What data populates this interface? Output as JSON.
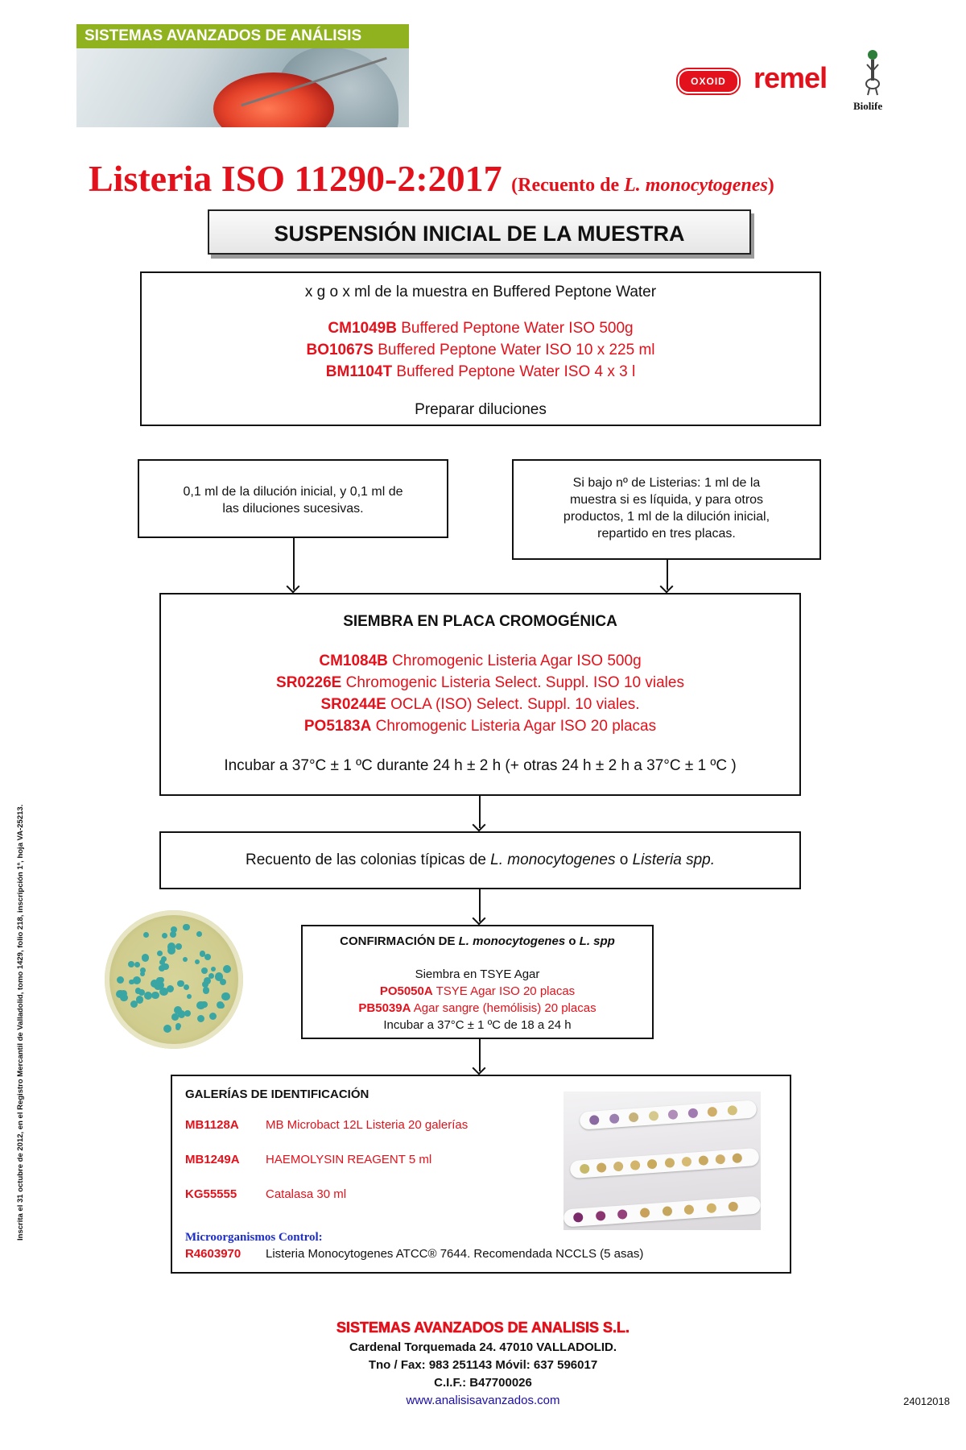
{
  "header": {
    "banner_title": "SISTEMAS AVANZADOS DE ANÁLISIS",
    "logo_oxoid": "OXOID",
    "logo_remel": "remel",
    "logo_biolife": "Biolife"
  },
  "title": {
    "main": "Listeria ISO 11290-2:2017",
    "sub_prefix": "(Recuento de ",
    "sub_italic": "L. monocytogenes",
    "sub_suffix": ")"
  },
  "suspension_header": "SUSPENSIÓN INICIAL DE LA MUESTRA",
  "box1": {
    "intro": "x g o x ml de la muestra en Buffered Peptone Water",
    "products": [
      {
        "code": "CM1049B",
        "desc": " Buffered Peptone Water ISO  500g"
      },
      {
        "code": "BO1067S",
        "desc": " Buffered Peptone Water ISO 10 x 225 ml"
      },
      {
        "code": "BM1104T",
        "desc": " Buffered Peptone Water ISO 4 x 3 l"
      }
    ],
    "footer": "Preparar diluciones"
  },
  "box_left": {
    "line1": "0,1 ml de la dilución inicial, y 0,1 ml de",
    "line2": "las diluciones sucesivas."
  },
  "box_right": {
    "line1": "Si bajo nº de Listerias: 1 ml de la",
    "line2": "muestra si es líquida, y para otros",
    "line3": "productos, 1 ml de la dilución inicial,",
    "line4": "repartido en tres placas."
  },
  "box_siembra": {
    "title": "SIEMBRA EN PLACA CROMOGÉNICA",
    "products": [
      {
        "code": "CM1084B",
        "desc": "  Chromogenic Listeria Agar ISO 500g"
      },
      {
        "code": "SR0226E",
        "desc": "  Chromogenic Listeria Select. Suppl. ISO 10 viales"
      },
      {
        "code": "SR0244E",
        "desc": " OCLA (ISO) Select. Suppl. 10 viales."
      },
      {
        "code": "PO5183A",
        "desc": " Chromogenic Listeria Agar ISO 20 placas"
      }
    ],
    "incubation": "Incubar a 37°C ± 1 ºC durante 24 h ± 2 h (+ otras 24 h ± 2 h a 37°C ± 1 ºC )"
  },
  "box_recuento": {
    "prefix": "Recuento de las colonias típicas de ",
    "italic1": "L. monocytogenes",
    "middle": " o ",
    "italic2": "Listeria spp."
  },
  "box_confirmacion": {
    "title_prefix": "CONFIRMACIÓN DE ",
    "title_italic1": "L. monocytogenes",
    "title_middle": " o ",
    "title_italic2": "L. spp",
    "line1": "Siembra en TSYE Agar",
    "products": [
      {
        "code": "PO5050A",
        "desc": "  TSYE Agar ISO 20 placas"
      },
      {
        "code": "PB5039A",
        "desc": "  Agar sangre (hemólisis) 20 placas"
      }
    ],
    "incubation": "Incubar a 37°C ± 1 ºC de 18 a 24 h"
  },
  "box_galerias": {
    "title": "GALERÍAS DE IDENTIFICACIÓN",
    "items": [
      {
        "code": "MB1128A",
        "desc": "MB Microbact 12L Listeria 20 galerías"
      },
      {
        "code": "MB1249A",
        "desc": "HAEMOLYSIN REAGENT 5 ml"
      },
      {
        "code": "KG55555",
        "desc": "Catalasa 30 ml"
      }
    ],
    "control_title": "Microorganismos Control:",
    "control_code": "R4603970",
    "control_desc": "Listeria Monocytogenes ATCC® 7644. Recomendada NCCLS (5 asas)"
  },
  "side_text": "Inscrita el 31 octubre de 2012, en el Registro Mercantil de Valladolid, tomo 1429, folio 218, inscripción 1ª, hoja VA-25213.",
  "footer": {
    "company": "SISTEMAS AVANZADOS DE ANALISIS S.L.",
    "address": "Cardenal Torquemada 24. 47010 VALLADOLID.",
    "phone": "Tno / Fax: 983 251143 Móvil: 637 596017",
    "cif": "C.I.F.: B47700026",
    "web": "www.analisisavanzados.com",
    "date": "24012018"
  },
  "colors": {
    "accent_red": "#e3111b",
    "banner_green": "#8fb21e",
    "link_blue": "#1a0dab",
    "control_blue": "#1d2ec7"
  }
}
